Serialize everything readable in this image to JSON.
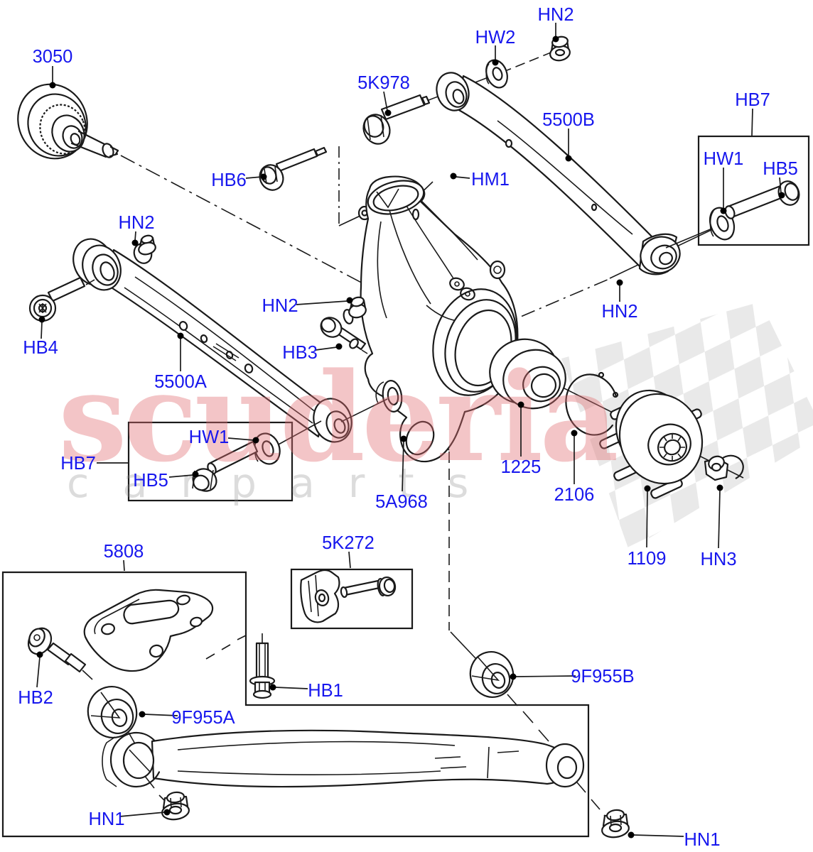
{
  "watermark": {
    "brand": "scuderia",
    "subtext": "carparts"
  },
  "colors": {
    "background": "#ffffff",
    "line": "#1a1a1a",
    "label": "#1717ee",
    "watermark_brand": "#e27074",
    "watermark_sub": "#8f8f8f",
    "checker": "#e9e9e9"
  },
  "labels": {
    "driveshaft": "3050",
    "hb6": "HB6",
    "k5978": "5K978",
    "hw2": "HW2",
    "hn2": "HN2",
    "arm_upper": "5500B",
    "hb7": "HB7",
    "hw1": "HW1",
    "hb5": "HB5",
    "hm1": "HM1",
    "hb4": "HB4",
    "arm_front": "5500A",
    "hb3": "HB3",
    "knuckle": "5A968",
    "bearing": "1225",
    "snap_ring": "2106",
    "hub": "1109",
    "hn3": "HN3",
    "bracket": "5808",
    "k5272": "5K272",
    "hb1": "HB1",
    "hb2": "HB2",
    "bushing_front": "9F955A",
    "bushing_rear": "9F955B",
    "hn1": "HN1"
  }
}
